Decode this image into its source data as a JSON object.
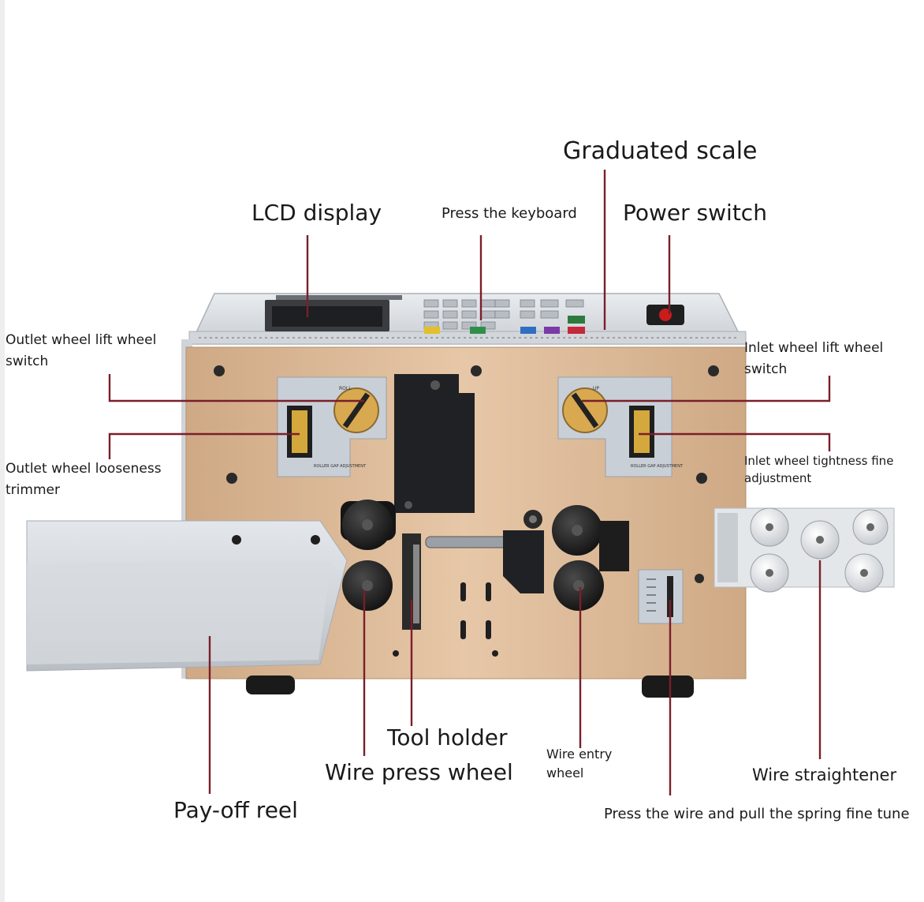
{
  "labels": {
    "graduated_scale": "Graduated scale",
    "lcd_display": "LCD display",
    "press_keyboard": "Press the keyboard",
    "power_switch": "Power switch",
    "outlet_lift_switch": "Outlet wheel lift wheel switch",
    "inlet_lift_switch": "Inlet wheel lift wheel switch",
    "outlet_looseness_trimmer": "Outlet wheel looseness trimmer",
    "inlet_tightness_adjustment": "Inlet wheel tightness fine adjustment",
    "tool_holder": "Tool holder",
    "wire_press_wheel": "Wire press wheel",
    "wire_entry_wheel": "Wire entry wheel",
    "wire_straightener": "Wire straightener",
    "pay_off_reel": "Pay-off reel",
    "spring_fine_tune": "Press the wire and pull the spring fine tune"
  },
  "machine_text": {
    "knob_left": "ROLL",
    "knob_right": "UP",
    "roller_gap_left": "ROLLER GAP ADJUSTMENT",
    "roller_gap_right": "ROLLER GAP ADJUSTMENT"
  },
  "colors": {
    "leader_line": "#7a1f2a",
    "panel_gold": "#d9b995",
    "housing_grey": "#dfe3e8",
    "roller_black": "#1e1e1e",
    "power_button_red": "#cc1b1b"
  }
}
